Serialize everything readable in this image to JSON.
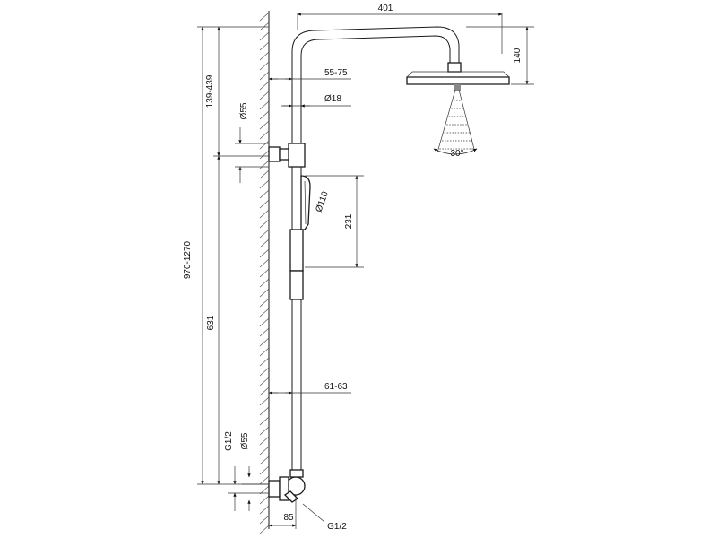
{
  "dimensions": {
    "arm_length": "401",
    "head_height": "140",
    "wall_offset_top": "55-75",
    "pipe_diameter": "Ø18",
    "top_range": "139-439",
    "bracket_diameter_top": "Ø55",
    "hand_shower_diameter": "Ø110",
    "hand_shower_length": "231",
    "total_height": "970-1270",
    "lower_length": "631",
    "wall_offset_bottom": "61-63",
    "thread_left": "G1/2",
    "bracket_diameter_bottom": "Ø55",
    "bottom_offset": "85",
    "thread_bottom": "G1/2",
    "spray_angle": "30°"
  }
}
